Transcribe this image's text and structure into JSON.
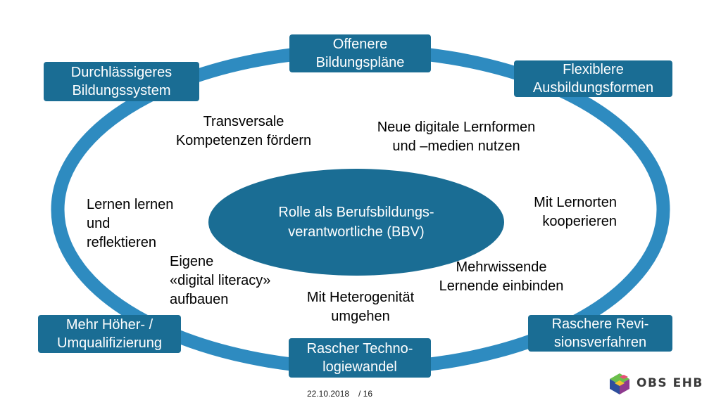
{
  "colors": {
    "primary": "#1a6d94",
    "ring": "#2e8bc0"
  },
  "center": "Rolle als Berufsbildungs-\nverantwortliche (BBV)",
  "outer_boxes": {
    "top": "Offenere\nBildungspläne",
    "top_left": "Durchlässigeres\nBildungssystem",
    "top_right": "Flexiblere\nAusbildungsformen",
    "bottom_left": "Mehr Höher- /\nUmqualifizierung",
    "bottom": "Rascher Techno-\nlogiewandel",
    "bottom_right": "Raschere Revi-\nsionsverfahren"
  },
  "inner_labels": {
    "transversal": "Transversale\nKompetenzen fördern",
    "digital_forms": "Neue digitale Lernformen\nund –medien nutzen",
    "learn": "Lernen lernen\nund\nreflektieren",
    "lernorte": "Mit Lernorten\nkooperieren",
    "literacy": "Eigene\n«digital literacy»\naufbauen",
    "mehrwissende": "Mehrwissende\nLernende einbinden",
    "heterogen": "Mit Heterogenität\numgehen"
  },
  "footer": {
    "date": "22.10.2018",
    "page": "/  16"
  },
  "logo": {
    "text": "OBS EHB",
    "icon": "hexagon-cube-logo-icon"
  }
}
